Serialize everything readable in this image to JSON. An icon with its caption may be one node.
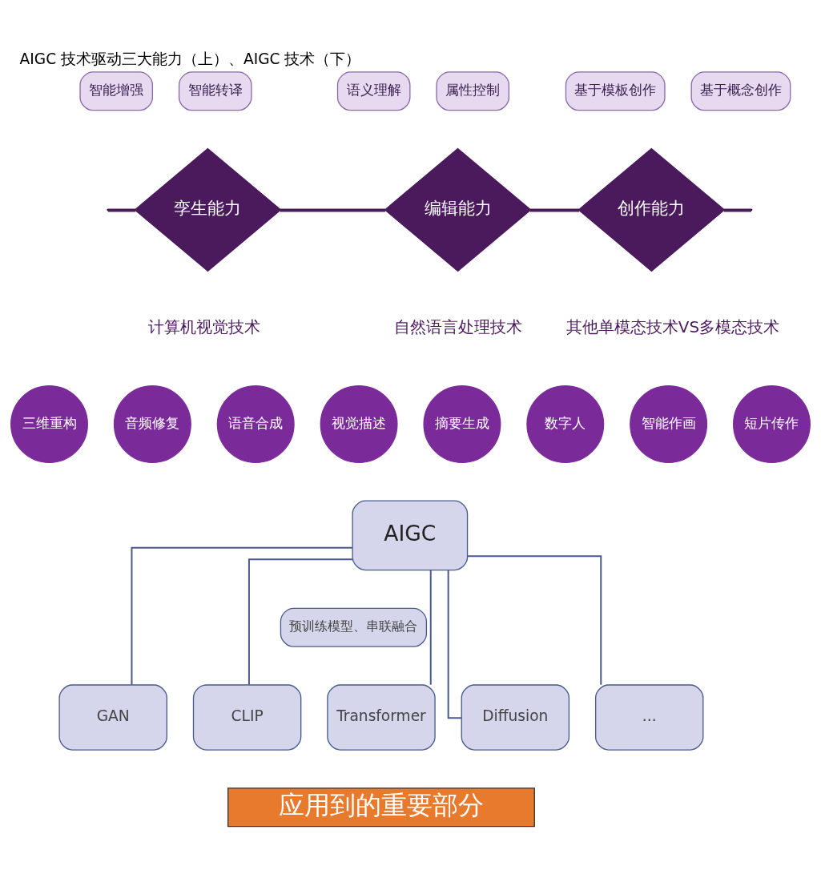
{
  "diagram": {
    "title": "AIGC 技术驱动三大能力（上）、AIGC 技术（下）",
    "nodes": [
      {
        "text": [
          "智能增强"
        ]
      },
      {
        "text": [
          "智能转译"
        ]
      },
      {
        "text": [
          "语义理解"
        ]
      },
      {
        "text": [
          "属性控制"
        ]
      },
      {
        "text": [
          "基于模板创作"
        ]
      },
      {
        "text": [
          "基于概念创作"
        ]
      },
      {
        "text": [
          "孪生能力"
        ]
      },
      {
        "text": [
          "编辑能力"
        ]
      },
      {
        "text": [
          "创作能力"
        ]
      },
      {
        "text": [
          "三维重构"
        ]
      },
      {
        "text": [
          "音频修复"
        ]
      },
      {
        "text": [
          "语音合成"
        ]
      },
      {
        "text": [
          "视觉描述"
        ]
      },
      {
        "text": [
          "摘要生成"
        ]
      },
      {
        "text": [
          "数字人"
        ]
      },
      {
        "text": [
          "智能作画"
        ]
      },
      {
        "text": [
          "短片传作"
        ]
      },
      {
        "text": [
          "AIGC"
        ]
      },
      {
        "text": [
          "预训练模型、串联融合"
        ]
      },
      {
        "text": [
          "GAN"
        ]
      },
      {
        "text": [
          "CLIP"
        ]
      },
      {
        "text": [
          "Transformer"
        ]
      },
      {
        "text": [
          "Diffusion"
        ]
      },
      {
        "text": [
          "..."
        ]
      },
      {
        "text": [
          "应用到的重要部分"
        ]
      }
    ],
    "edges": [
      {
        "from": null,
        "to": 6,
        "arrow": "none",
        "style": "thick",
        "color": "#4a1a5c"
      },
      {
        "from": 6,
        "to": 7,
        "arrow": "none",
        "style": "thick",
        "color": "#4a1a5c"
      },
      {
        "from": 7,
        "to": 8,
        "arrow": "none",
        "style": "thick",
        "color": "#4a1a5c"
      },
      {
        "from": 8,
        "to": null,
        "arrow": "none",
        "style": "thick",
        "color": "#4a1a5c"
      },
      {
        "from": 17,
        "to": 19,
        "arrow": "none"
      },
      {
        "from": 17,
        "to": 20,
        "arrow": "none"
      },
      {
        "from": 17,
        "to": 21,
        "arrow": "none"
      },
      {
        "from": 17,
        "to": 22,
        "arrow": "none"
      },
      {
        "from": 17,
        "to": 23,
        "arrow": "none"
      }
    ],
    "labels": [
      "计算机视觉技术",
      "自然语言处理技术",
      "其他单模态技术VS多模态技术"
    ]
  }
}
